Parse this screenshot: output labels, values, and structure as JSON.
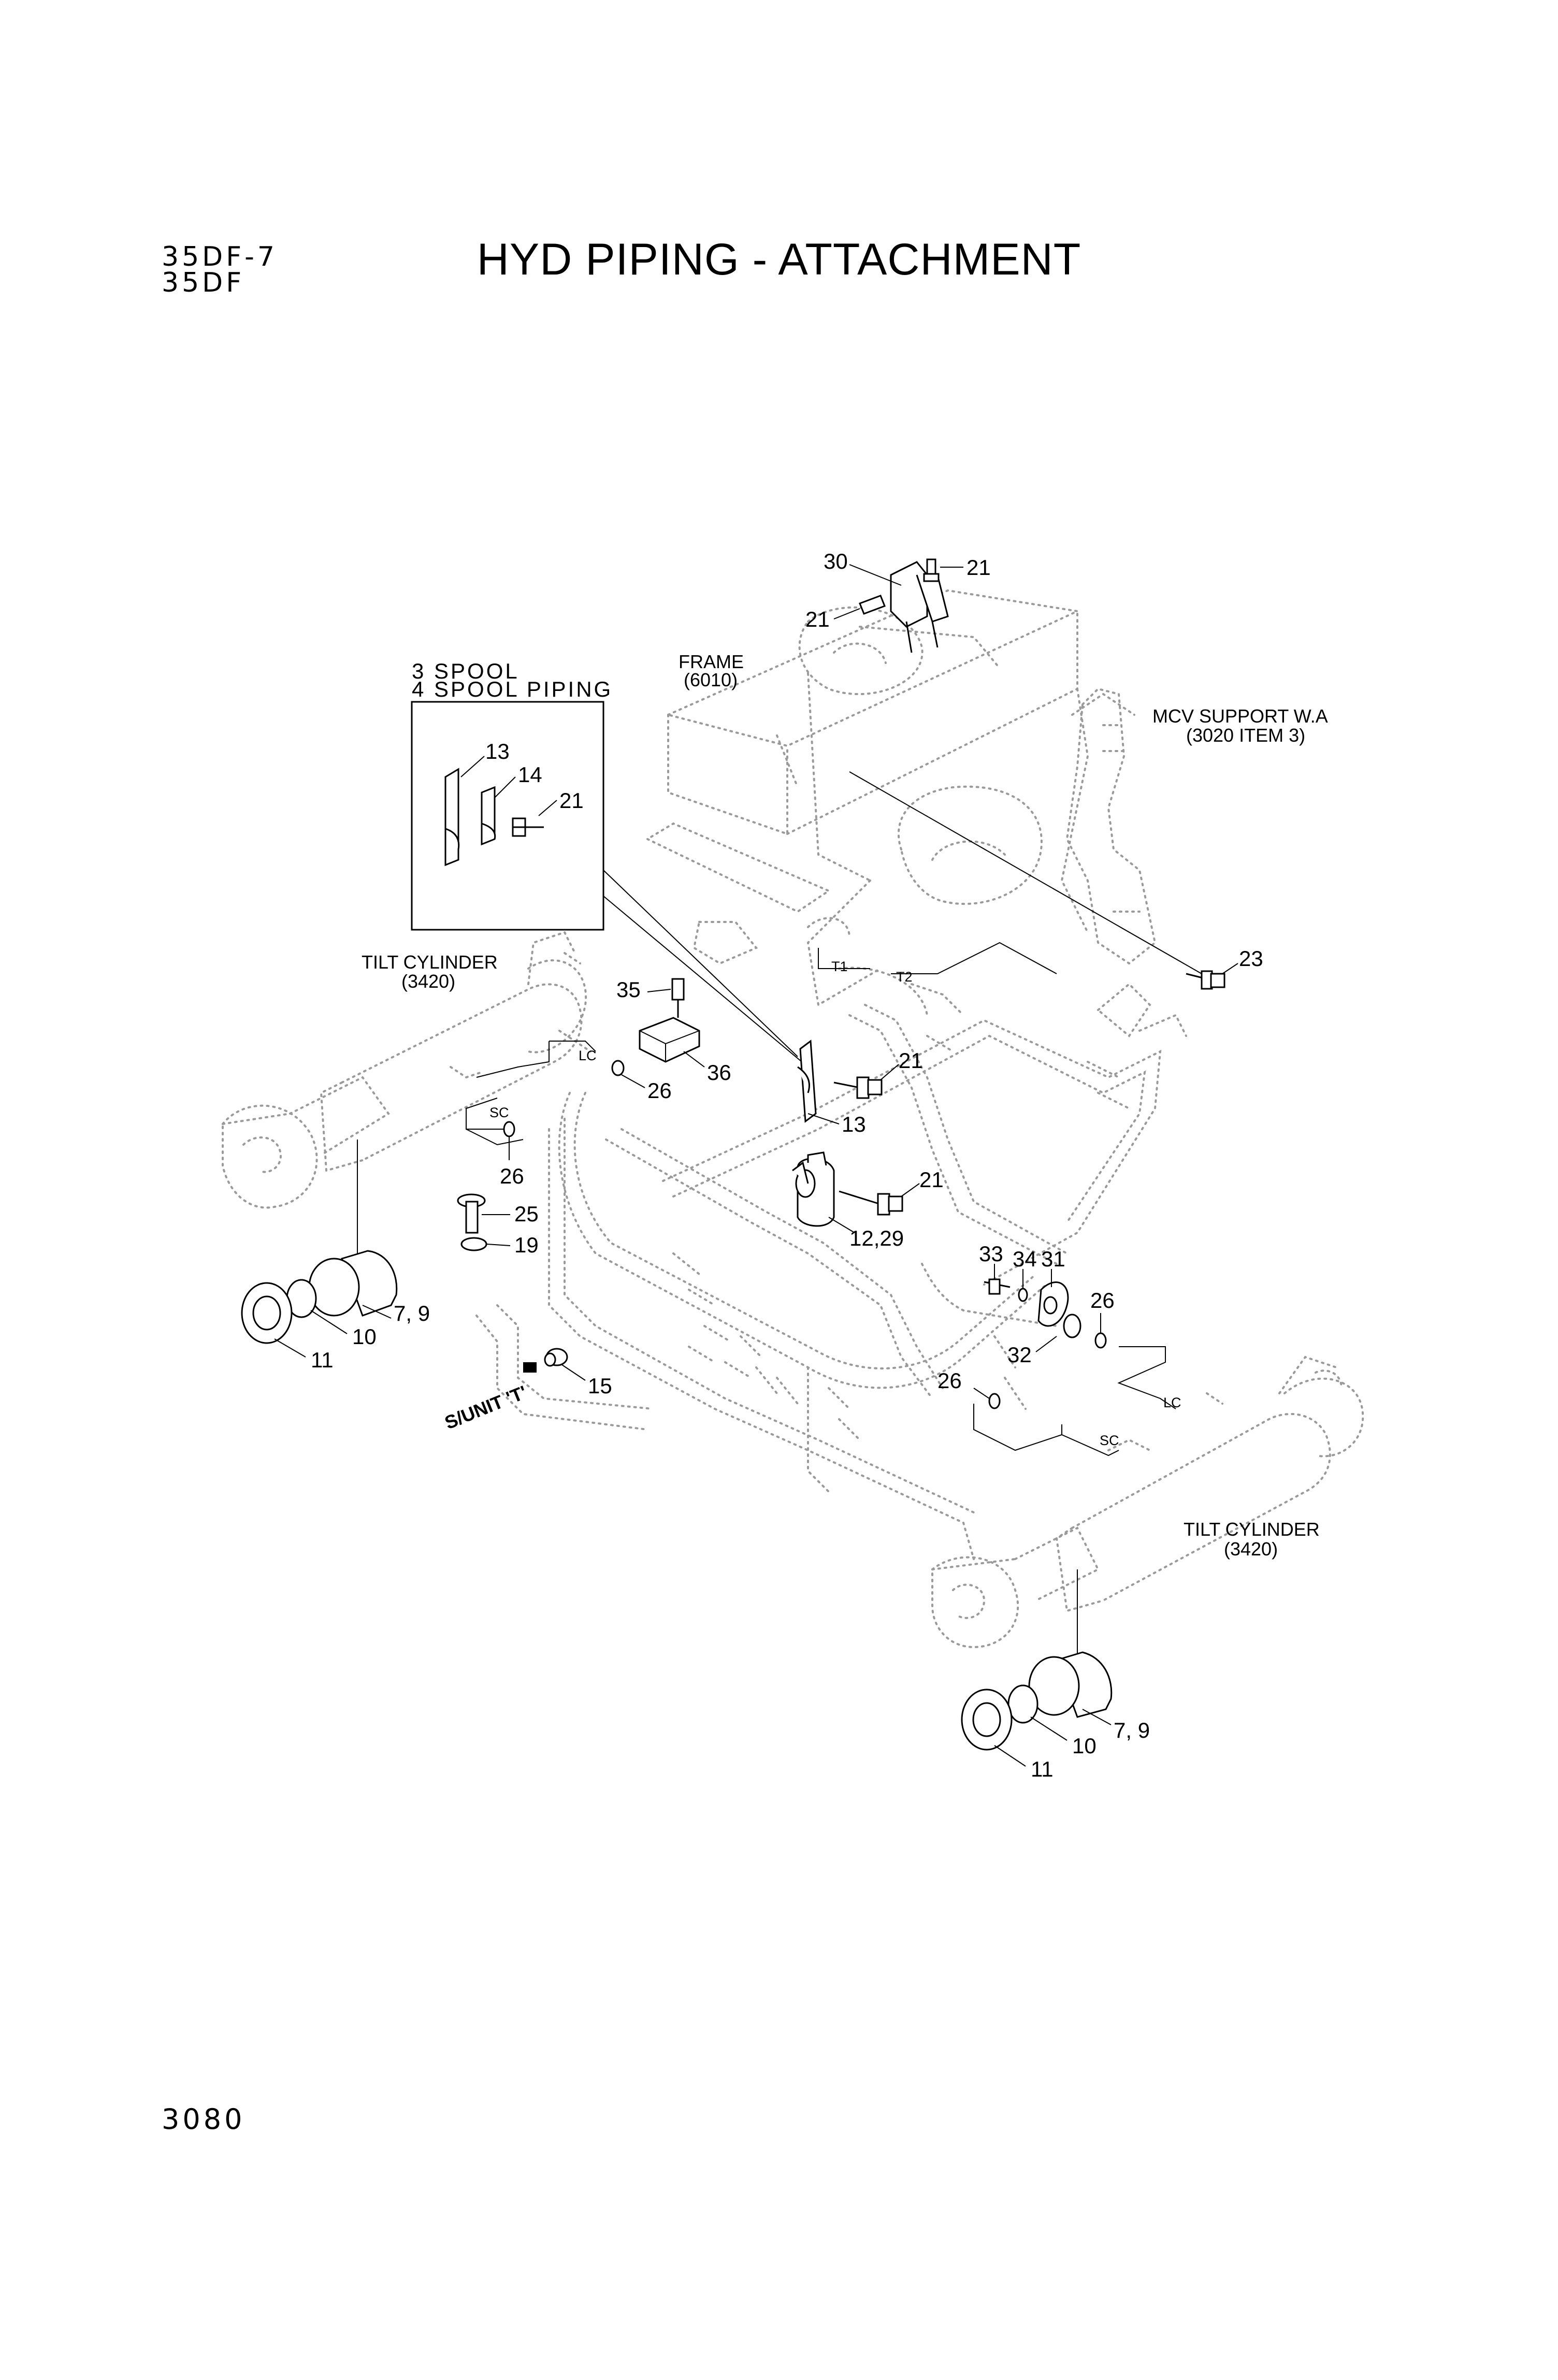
{
  "header": {
    "model_line_1": "35DF-7",
    "model_line_2": "35DF",
    "title": "HYD PIPING - ATTACHMENT"
  },
  "footer": {
    "page_number": "3080"
  },
  "notes": {
    "frame": [
      "FRAME",
      "(6010)"
    ],
    "mcv_support": [
      "MCV SUPPORT W.A",
      "(3020 ITEM 3)"
    ],
    "spool_box": [
      "3 SPOOL",
      "4 SPOOL PIPING"
    ],
    "tilt_cylinder_left": [
      "TILT CYLINDER",
      "(3420)"
    ],
    "tilt_cylinder_right": [
      "TILT CYLINDER",
      "(3420)"
    ],
    "s_unit": "S/UNIT 'T'",
    "port_tags": {
      "t1": "T1",
      "t2": "T2",
      "lc_left": "LC",
      "sc_left": "SC",
      "lc_right": "LC",
      "sc_right": "SC"
    }
  },
  "callouts": {
    "c30": "30",
    "c21_top_right": "21",
    "c21_top_left": "21",
    "c13_box": "13",
    "c14_box": "14",
    "c21_box": "21",
    "c23": "23",
    "c35": "35",
    "c36": "36",
    "c26_lc": "26",
    "c21_clamp": "21",
    "c13_clamp": "13",
    "c26_sc": "26",
    "c25": "25",
    "c19": "19",
    "c21_lower": "21",
    "c12_29": "12,29",
    "c7_9_left": "7, 9",
    "c10_left": "10",
    "c11_left": "11",
    "c15": "15",
    "c33": "33",
    "c34": "34",
    "c31": "31",
    "c26_right_up": "26",
    "c32": "32",
    "c26_right": "26",
    "c7_9_right": "7, 9",
    "c10_right": "10",
    "c11_right": "11"
  }
}
